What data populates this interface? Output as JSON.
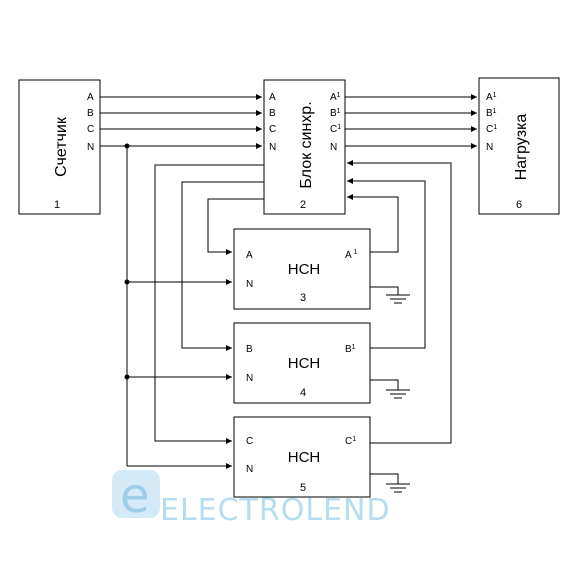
{
  "blocks": {
    "meter": {
      "title": "Счетчик",
      "number": "1",
      "pins": [
        "A",
        "B",
        "C",
        "N"
      ]
    },
    "sync": {
      "title": "Блок синхр.",
      "number": "2",
      "pins": [
        "A",
        "B",
        "C",
        "N"
      ],
      "out_pins": [
        "A",
        "B",
        "C",
        "N"
      ]
    },
    "load": {
      "title": "Нагрузка",
      "number": "6",
      "pins": [
        "A",
        "B",
        "C",
        "N"
      ]
    },
    "stab3": {
      "title": "НСН",
      "number": "3",
      "in_pins": [
        "A",
        "N"
      ],
      "out_pin": "A"
    },
    "stab4": {
      "title": "НСН",
      "number": "4",
      "in_pins": [
        "B",
        "N"
      ],
      "out_pin": "B"
    },
    "stab5": {
      "title": "НСН",
      "number": "5",
      "in_pins": [
        "C",
        "N"
      ],
      "out_pin": "C"
    }
  },
  "prime_mark": "1",
  "watermark": {
    "letter": "e",
    "text": "ELECTROLEND"
  },
  "colors": {
    "line": "#000000",
    "watermark": "#a9d6ee",
    "watermark_dark": "#8cc6e6"
  }
}
